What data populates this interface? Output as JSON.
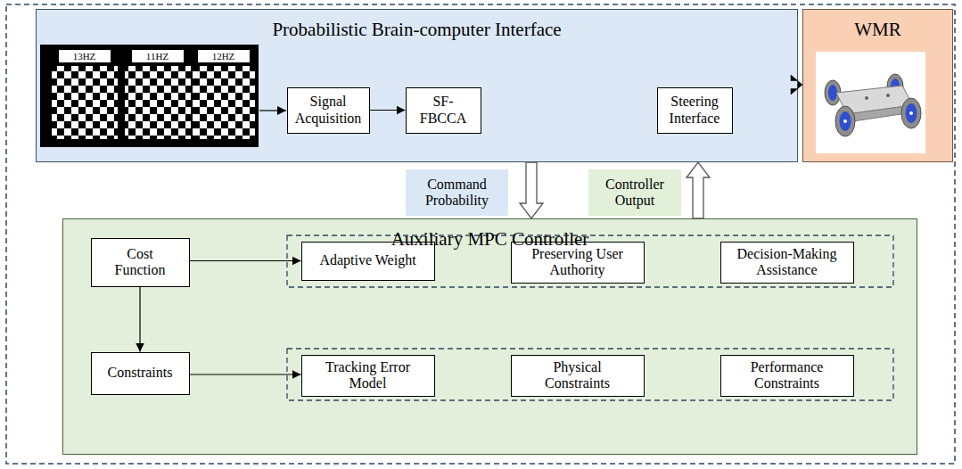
{
  "diagram": {
    "nodes": [
      {
        "text": [
          "Probabilistic Brain-computer Interface"
        ]
      },
      {
        "text": [
          "13HZ"
        ],
        "in": 0
      },
      {
        "text": [
          "11HZ"
        ],
        "in": 0
      },
      {
        "text": [
          "12HZ"
        ],
        "in": 0
      },
      {
        "text": [
          "Signal Acquisition"
        ],
        "in": 0
      },
      {
        "text": [
          "SF-FBCCA"
        ],
        "in": 0
      },
      {
        "text": [
          "Steering Interface"
        ],
        "in": 0
      },
      {
        "text": [
          "WMR"
        ]
      },
      {
        "text": [
          "Command Probability"
        ]
      },
      {
        "text": [
          "Controller Output"
        ]
      },
      {
        "text": [
          "Auxiliary MPC Controller"
        ]
      },
      {
        "text": [
          "Cost Function"
        ],
        "in": 10
      },
      {
        "text": [
          "Constraints"
        ],
        "in": 10
      },
      {
        "text": [
          "Adaptive Weight"
        ],
        "in": 10
      },
      {
        "text": [
          "Preserving User Authority"
        ],
        "in": 10
      },
      {
        "text": [
          "Decision-Making Assistance"
        ],
        "in": 10
      },
      {
        "text": [
          "Tracking Error Model"
        ],
        "in": 10
      },
      {
        "text": [
          "Physical Constraints"
        ],
        "in": 10
      },
      {
        "text": [
          "Performance Constraints"
        ],
        "in": 10
      }
    ],
    "edges": [
      {
        "from": 4,
        "to": 5,
        "arrow": "to"
      },
      {
        "from": 0,
        "to": 7,
        "arrow": "to"
      },
      {
        "from": 0,
        "to": 10,
        "arrow": "to"
      },
      {
        "from": 10,
        "to": 0,
        "arrow": "to"
      },
      {
        "from": 11,
        "to": 12,
        "arrow": "to"
      },
      {
        "from": 11,
        "to": 13,
        "arrow": "to"
      },
      {
        "from": 12,
        "to": 16,
        "arrow": "to"
      }
    ]
  }
}
